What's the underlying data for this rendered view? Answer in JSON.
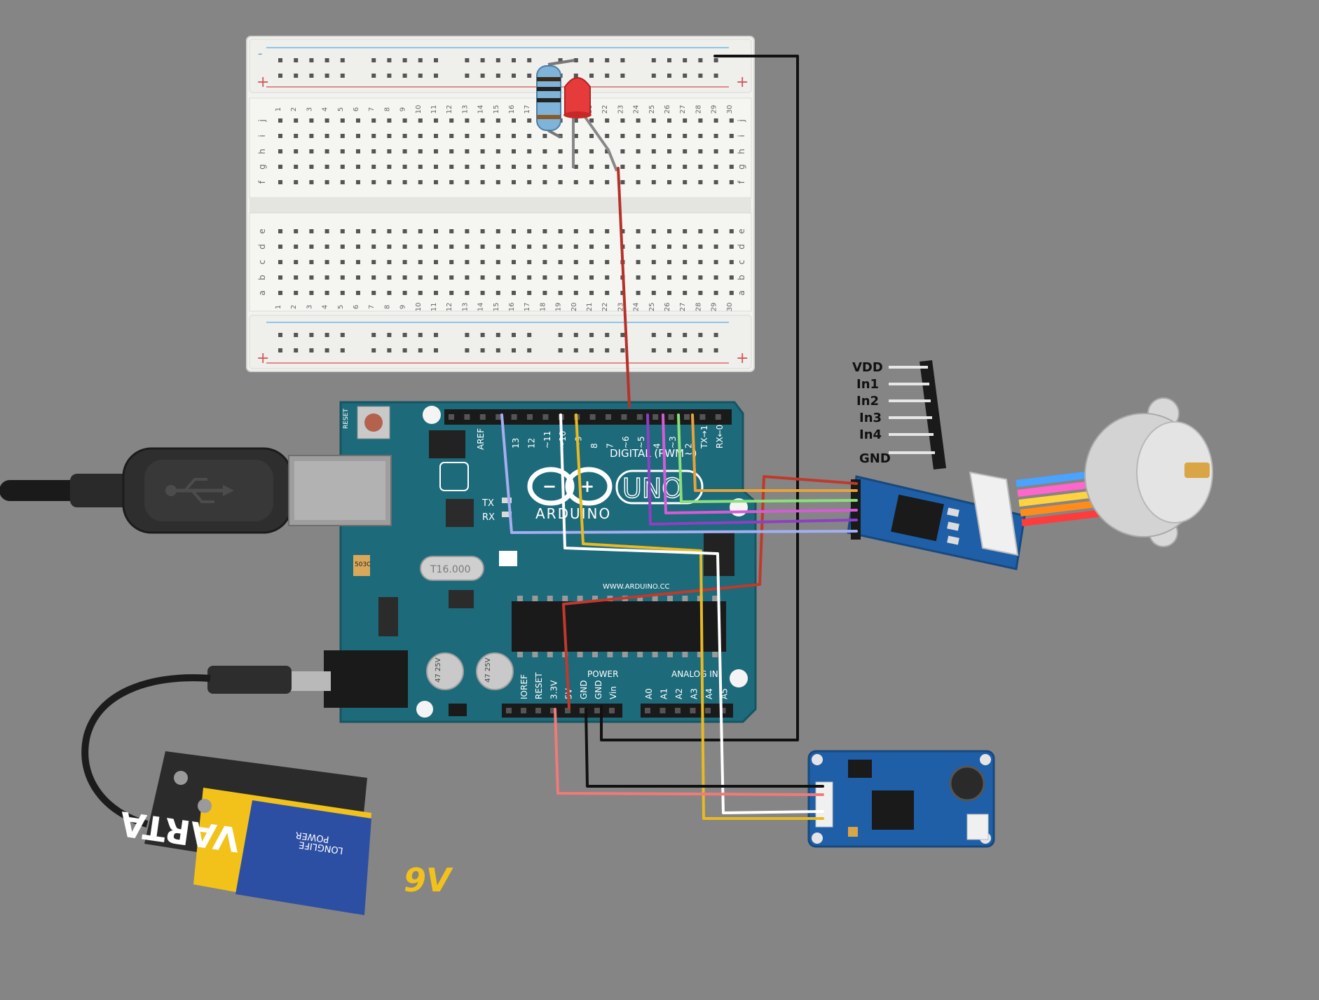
{
  "breadboard": {
    "row_numbers": [
      "1",
      "2",
      "3",
      "4",
      "5",
      "6",
      "7",
      "8",
      "9",
      "10",
      "11",
      "12",
      "13",
      "14",
      "15",
      "16",
      "17",
      "18",
      "19",
      "20",
      "21",
      "22",
      "23",
      "24",
      "25",
      "26",
      "27",
      "28",
      "29",
      "30"
    ],
    "top_letters": [
      "j",
      "i",
      "h",
      "g",
      "f"
    ],
    "bottom_letters": [
      "e",
      "d",
      "c",
      "b",
      "a"
    ],
    "rail_plus": "+",
    "rail_minus": "-"
  },
  "arduino": {
    "brand": "ARDUINO",
    "model": "UNO",
    "digital_label": "DIGITAL (PWM~)",
    "power_label": "POWER",
    "analog_label": "ANALOG IN",
    "tx_label": "TX",
    "rx_label": "RX",
    "reset_label": "RESET",
    "aref_label": "AREF",
    "crystal_label": "T16.000",
    "regulator_label": "503C",
    "website": "WWW.ARDUINO.CC",
    "digital_pins": [
      "13",
      "12",
      "~11",
      "~10",
      "~9",
      "8",
      "7",
      "~6",
      "~5",
      "4",
      "~3",
      "2",
      "TX→1",
      "RX←0"
    ],
    "power_pins": [
      "IOREF",
      "RESET",
      "3.3V",
      "5V",
      "GND",
      "GND",
      "Vin"
    ],
    "analog_pins": [
      "A0",
      "A1",
      "A2",
      "A3",
      "A4",
      "A5"
    ],
    "cap_labels": [
      "47 25V",
      "47 25V"
    ]
  },
  "motor_driver": {
    "pin_labels": [
      "VDD",
      "In1",
      "In2",
      "In3",
      "In4",
      "GND"
    ]
  },
  "battery": {
    "brand": "VARTA",
    "line1": "LONGLIFE",
    "line2": "POWER",
    "voltage_note": "9V"
  },
  "colors": {
    "background": "#858585",
    "arduino_board": "#1d6a7a",
    "wire_red": "#c0392b",
    "wire_black": "#111111",
    "wire_yellow": "#e8b923",
    "wire_white": "#ffffff",
    "wire_pink": "#f07a7a",
    "wire_orange": "#e8a23a",
    "wire_green": "#8be07a",
    "wire_magenta": "#d75ad8",
    "wire_purple": "#8e3fc5",
    "wire_lavender": "#a5aef0",
    "sensor_board": "#1f5fa8",
    "battery_yellow": "#f2c21b",
    "battery_blue": "#2d4fa3"
  }
}
